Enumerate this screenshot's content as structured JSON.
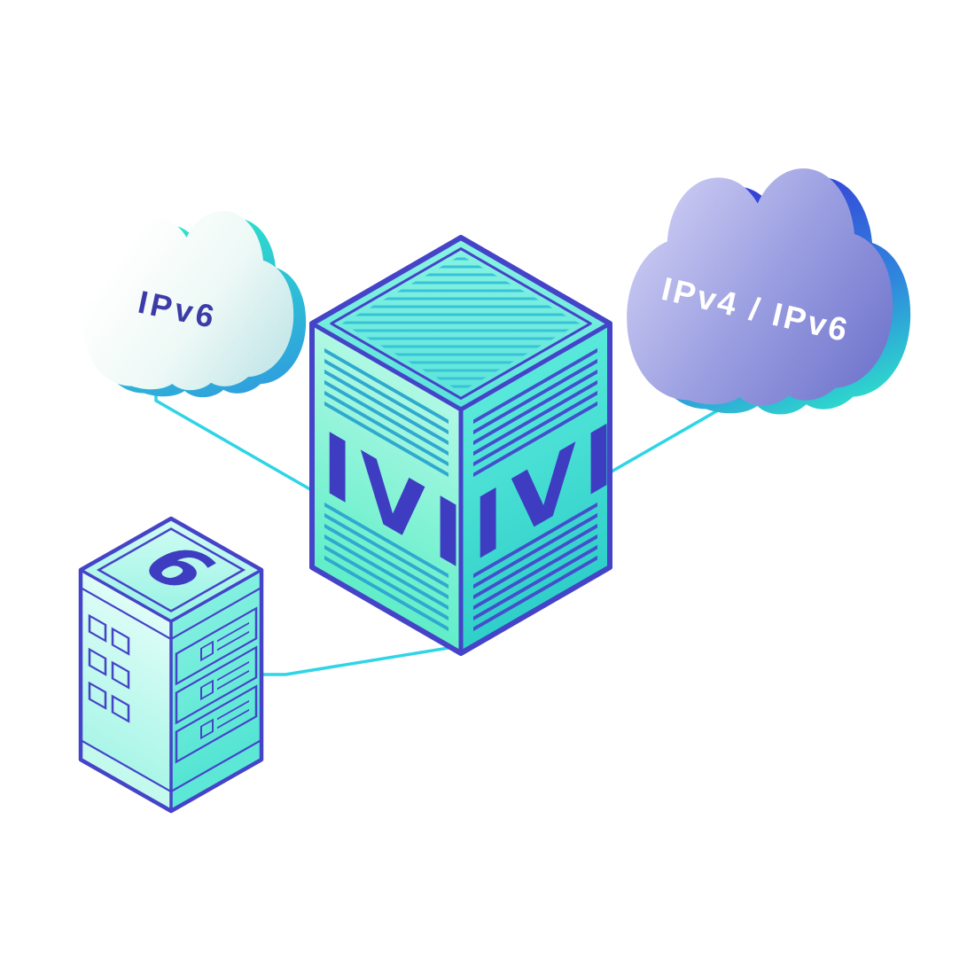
{
  "nodes": {
    "ipv6_cloud": {
      "label": "IPv6"
    },
    "ipv4_ipv6_cloud": {
      "label": "IPv4 / IPv6"
    },
    "ivi_gateway": {
      "label_left": "IVI",
      "label_right": "IVI"
    },
    "ipv6_server": {
      "label": "6"
    }
  },
  "connections": [
    {
      "from": "ipv6_cloud",
      "to": "ivi_gateway"
    },
    {
      "from": "ipv4_ipv6_cloud",
      "to": "ivi_gateway"
    },
    {
      "from": "ipv6_server",
      "to": "ivi_gateway"
    }
  ],
  "colors": {
    "background": "#ffffff",
    "connector_cyan": "#2fd4e6",
    "teal_accent": "#2de4cb",
    "blue_accent": "#3643d8",
    "indigo_outline": "#4543c8",
    "indigo_text": "#3e3dc2",
    "purple_cloud": "#7276cd",
    "mint_face": "#a8f6df"
  }
}
